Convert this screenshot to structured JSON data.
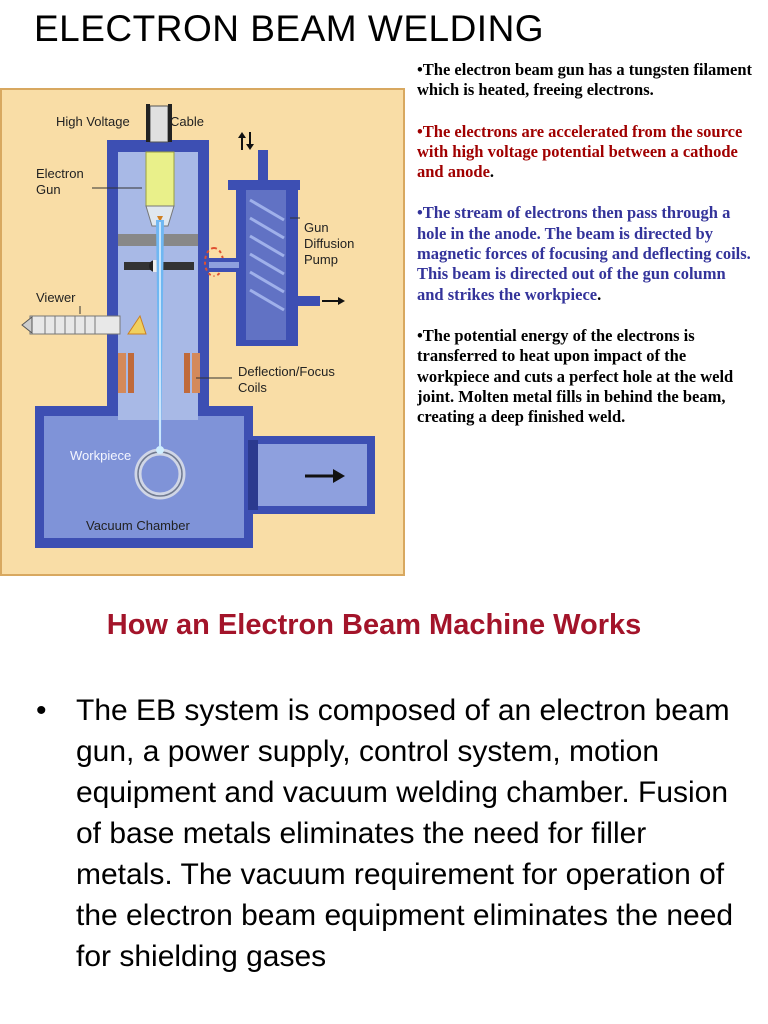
{
  "title": "ELECTRON BEAM WELDING",
  "diagram": {
    "labels": {
      "high_voltage": "High Voltage",
      "cable": "Cable",
      "electron": "Electron",
      "gun": "Gun",
      "gun_diffusion_1": "Gun",
      "gun_diffusion_2": "Diffusion",
      "gun_diffusion_3": "Pump",
      "viewer": "Viewer",
      "deflection_1": "Deflection/Focus",
      "deflection_2": "Coils",
      "workpiece": "Workpiece",
      "vacuum_chamber": "Vacuum Chamber"
    },
    "colors": {
      "background": "#f9dda6",
      "frame": "#d8a860",
      "body": "#3d4fb3",
      "inner": "#a8b9e6",
      "coil": "#d4895a"
    }
  },
  "bullets": {
    "b1": "•The electron beam gun has a tungsten filament which is heated, freeing electrons.",
    "b2": "•The electrons are accelerated from the source with high voltage potential between a cathode and anode",
    "b2_end": ".",
    "b3": "•The stream of electrons then pass through a hole in the anode. The beam is directed by magnetic forces of focusing and deflecting coils. This beam is directed out of the gun column and strikes the workpiece",
    "b3_end": ".",
    "b4": "•The potential energy of the electrons is transferred to heat upon impact of the workpiece and cuts a perfect hole at the weld joint. Molten metal fills in behind the beam, creating a deep finished weld."
  },
  "subtitle": "How an Electron Beam Machine Works",
  "main_list": {
    "bullet": "•",
    "item1": "The EB system is composed of an electron beam gun, a power supply, control system, motion equipment and vacuum welding chamber. Fusion of base metals eliminates the need for filler metals. The vacuum requirement for operation of the electron beam equipment eliminates the need for shielding gases"
  }
}
